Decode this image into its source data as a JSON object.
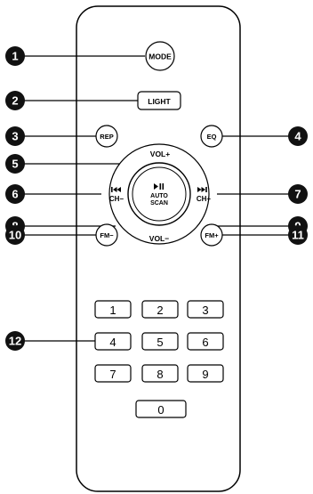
{
  "remote": {
    "buttons": {
      "mode": "MODE",
      "light": "LIGHT",
      "rep": "REP",
      "eq": "EQ",
      "vol_up": "VOL+",
      "vol_down": "VOL−",
      "ch_down": "CH−",
      "ch_up": "CH+",
      "play_pause_line1": "AUTO",
      "play_pause_line2": "SCAN",
      "fm_down": "FM−",
      "fm_up": "FM+"
    },
    "keypad": [
      "1",
      "2",
      "3",
      "4",
      "5",
      "6",
      "7",
      "8",
      "9",
      "0"
    ]
  },
  "callouts": [
    "1",
    "2",
    "3",
    "4",
    "5",
    "6",
    "7",
    "8",
    "9",
    "10",
    "11",
    "12"
  ]
}
